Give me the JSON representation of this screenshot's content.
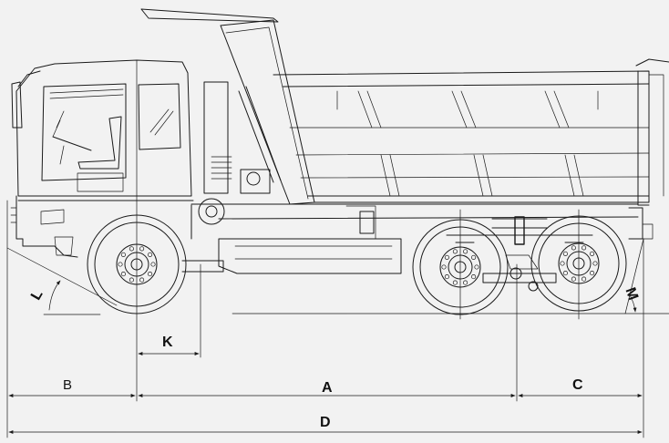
{
  "labels": {
    "a": "A",
    "b": "B",
    "c": "C",
    "d": "D",
    "k": "K",
    "l": "L",
    "m": "M"
  },
  "colors": {
    "background": "#f2f2f2",
    "line": "#1a1a1a"
  }
}
